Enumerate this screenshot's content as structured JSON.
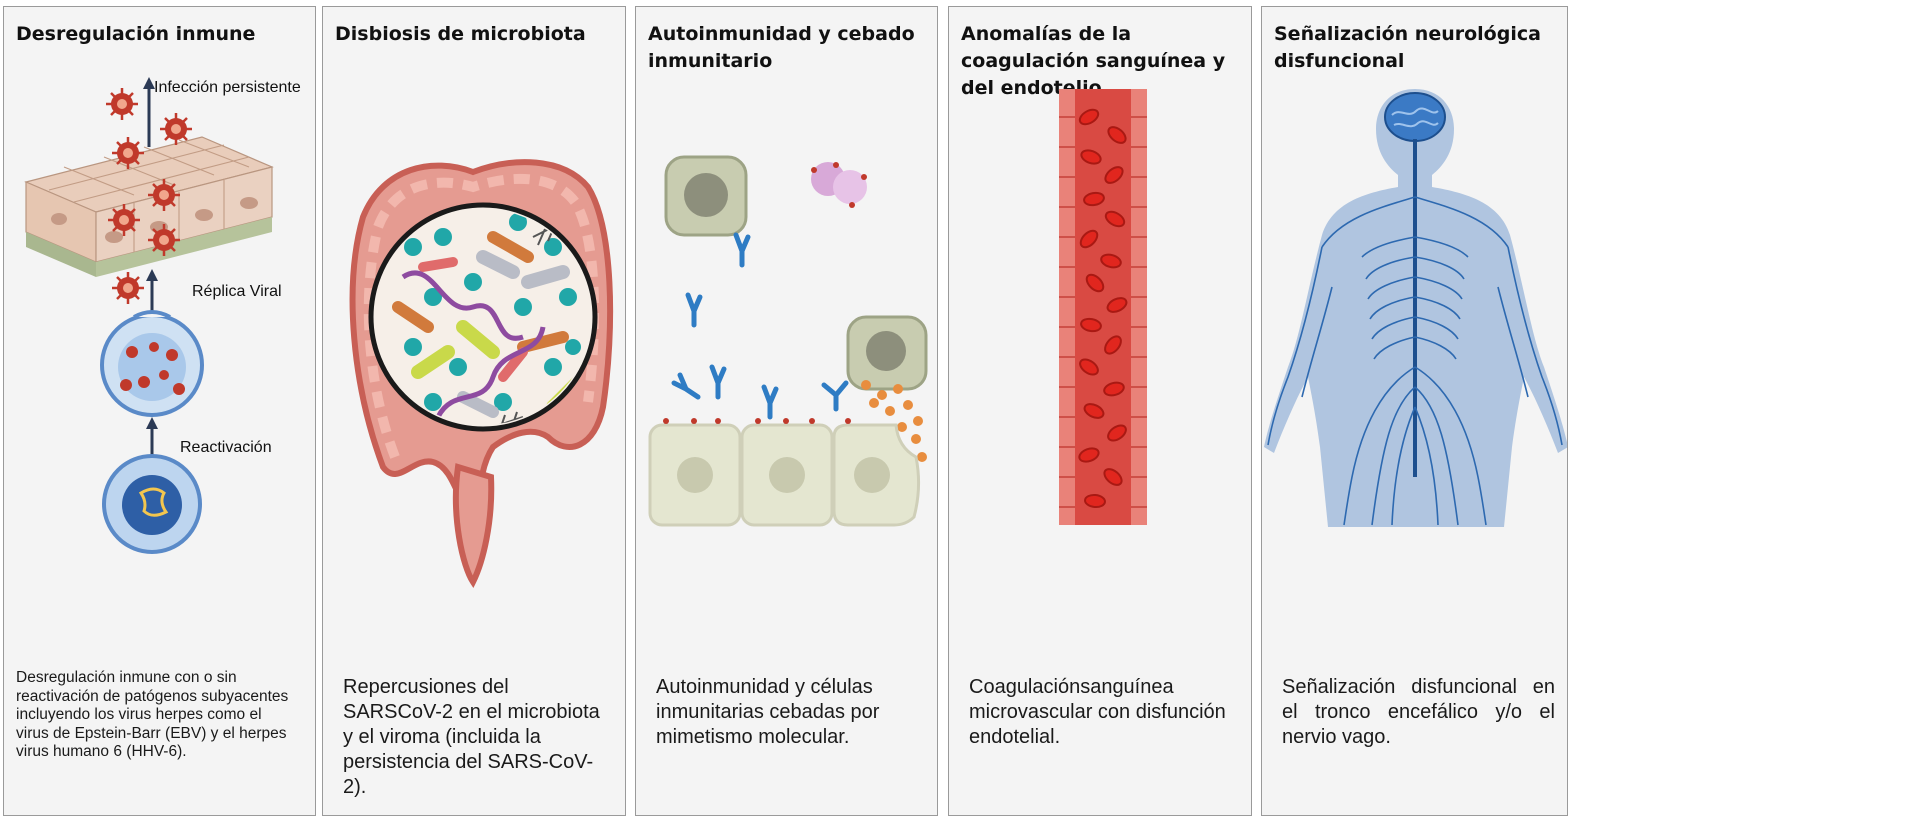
{
  "panels": [
    {
      "title": "Desregulación inmune",
      "labels": {
        "persistent_infection": "Infección persistente",
        "viral_replication": "Réplica Viral",
        "reactivation": "Reactivación"
      },
      "description": "Desregulación inmune con o sin reactivación de patógenos subyacentes incluyendo los virus herpes como el virus de Epstein-Barr (EBV) y el herpes virus humano 6 (HHV-6)."
    },
    {
      "title": "Disbiosis de microbiota",
      "description": "Repercusiones del SARSCoV-2 en el microbiota y el viroma (incluida la persistencia del SARS-CoV-2)."
    },
    {
      "title": "Autoinmunidad y cebado inmunitario",
      "description": "Autoinmunidad y células inmunitarias cebadas por mimetismo molecular."
    },
    {
      "title": "Anomalías de la coagulación sanguínea y del endotelio",
      "description": "Coagulaciónsanguínea microvascular con disfunción endotelial."
    },
    {
      "title": "Señalización neurológica disfuncional",
      "description": "Señalización disfuncional en el tronco encefálico y/o el nervio vago."
    }
  ],
  "colors": {
    "virus": "#c0392b",
    "antibody": "#2e7cc4",
    "intestine": "#e07b70",
    "vessel": "#d94a43",
    "nerve": "#2d69b0"
  }
}
